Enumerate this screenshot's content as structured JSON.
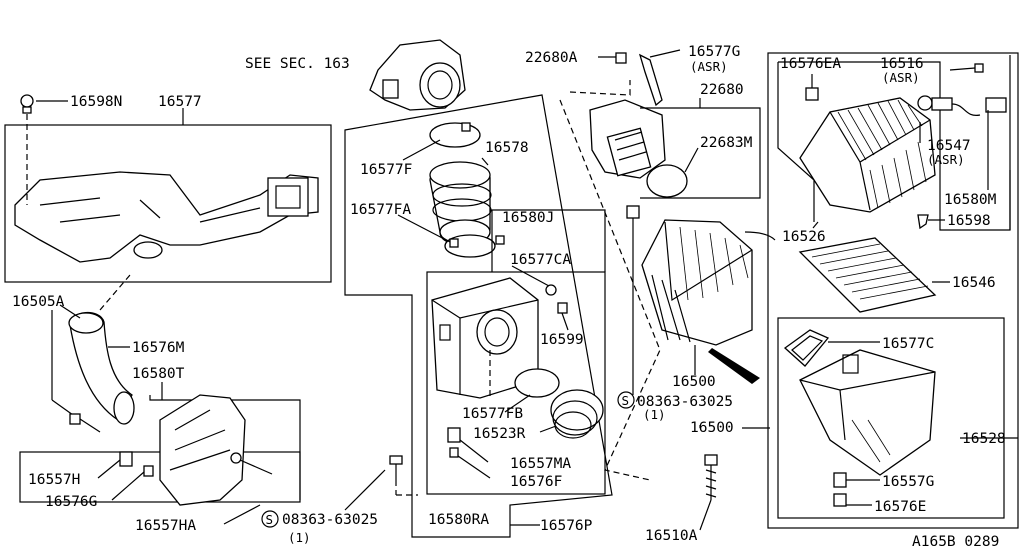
{
  "labels": {
    "see_sec": "SEE SEC. 163",
    "p16598N": "16598N",
    "p16577": "16577",
    "p16505A": "16505A",
    "p16576M": "16576M",
    "p16580T": "16580T",
    "p16557H": "16557H",
    "p16576G": "16576G",
    "p16557HA": "16557HA",
    "bolt_left": "08363-63025",
    "bolt_left_qty": "(1)",
    "p16577F": "16577F",
    "p16578": "16578",
    "p16577FA": "16577FA",
    "p16580J": "16580J",
    "p16577CA": "16577CA",
    "p16599": "16599",
    "p16577FB": "16577FB",
    "p16523R": "16523R",
    "p16557MA": "16557MA",
    "p16576F": "16576F",
    "p16580RA": "16580RA",
    "p16576P": "16576P",
    "p22680A": "22680A",
    "p16577G": "16577G",
    "p16577G_note": "(ASR)",
    "p22680": "22680",
    "p22683M": "22683M",
    "p16500_top": "16500",
    "bolt_mid": "08363-63025",
    "bolt_mid_qty": "(1)",
    "p16500_right": "16500",
    "p16510A": "16510A",
    "p16576EA": "16576EA",
    "p16516": "16516",
    "p16516_note": "(ASR)",
    "p16547": "16547",
    "p16547_note": "(ASR)",
    "p16580M": "16580M",
    "p16598": "16598",
    "p16526": "16526",
    "p16546": "16546",
    "p16577C": "16577C",
    "p16528": "16528",
    "p16557G": "16557G",
    "p16576E": "16576E",
    "ref": "A165B 0289",
    "circle_s": "S"
  }
}
